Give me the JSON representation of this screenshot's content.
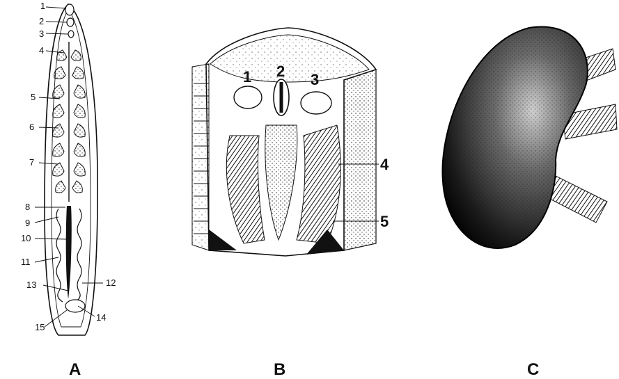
{
  "panels": [
    {
      "caption": "A",
      "labels": [
        "1",
        "2",
        "3",
        "4",
        "5",
        "6",
        "7",
        "8",
        "9",
        "10",
        "11",
        "12",
        "13",
        "14",
        "15"
      ]
    },
    {
      "caption": "B",
      "labels": [
        "1",
        "2",
        "3",
        "4",
        "5"
      ]
    },
    {
      "caption": "C",
      "labels": []
    }
  ],
  "colors": {
    "ink": "#111111",
    "background": "#ffffff"
  }
}
